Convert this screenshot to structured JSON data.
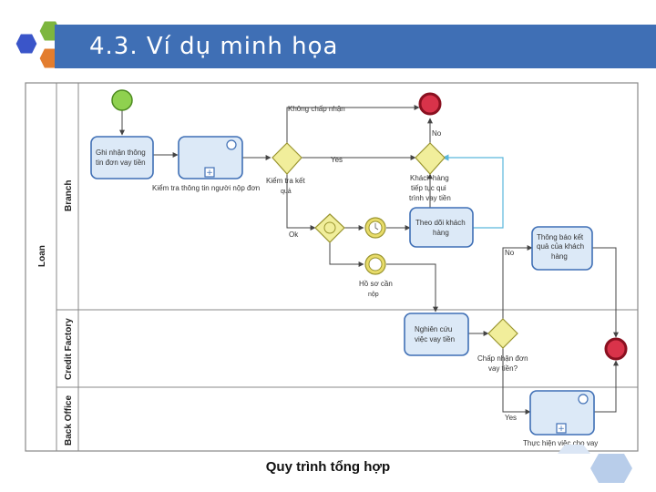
{
  "slide": {
    "title": "4.3. Ví dụ minh họa",
    "caption": "Quy trình tổng hợp"
  },
  "colors": {
    "title_bar": "#3f6fb5",
    "task_fill": "#dce9f7",
    "task_border": "#3f6fb5",
    "start_event": "#8fd14f",
    "end_event": "#d9334a",
    "gateway": "#f1ee9b",
    "intermediate_event": "#e8dc6a"
  },
  "diagram": {
    "pool": "Loan",
    "lanes": [
      "Branch",
      "Credit Factory",
      "Back Office"
    ],
    "tasks": {
      "receive_info": [
        "Ghi nhận thông",
        "tin đơn vay tiền"
      ],
      "check_info": "Kiểm tra thông tin người nộp đơn",
      "monitor_customer": [
        "Theo dõi khách",
        "hàng"
      ],
      "notify_result": [
        "Thông báo kết",
        "quả của khách",
        "hàng"
      ],
      "research_loan": [
        "Nghiên cứu",
        "việc vay tiền"
      ],
      "execute_loan": "Thực hiện việc cho vay"
    },
    "gateways": {
      "check_result": [
        "Kiểm tra kết",
        "quả"
      ],
      "customer_continue": [
        "Khách hàng",
        "tiếp tục qui",
        "trình vay tiền"
      ],
      "approve_loan": [
        "Chấp nhận đơn",
        "vay tiền?"
      ]
    },
    "events": {
      "documents_submitted": [
        "Hồ sơ cần",
        "nộp"
      ]
    },
    "flow_labels": {
      "not_accepted": "Không chấp nhận",
      "no_1": "No",
      "yes_1": "Yes",
      "ok": "Ok",
      "no_2": "No",
      "yes_2": "Yes"
    }
  }
}
